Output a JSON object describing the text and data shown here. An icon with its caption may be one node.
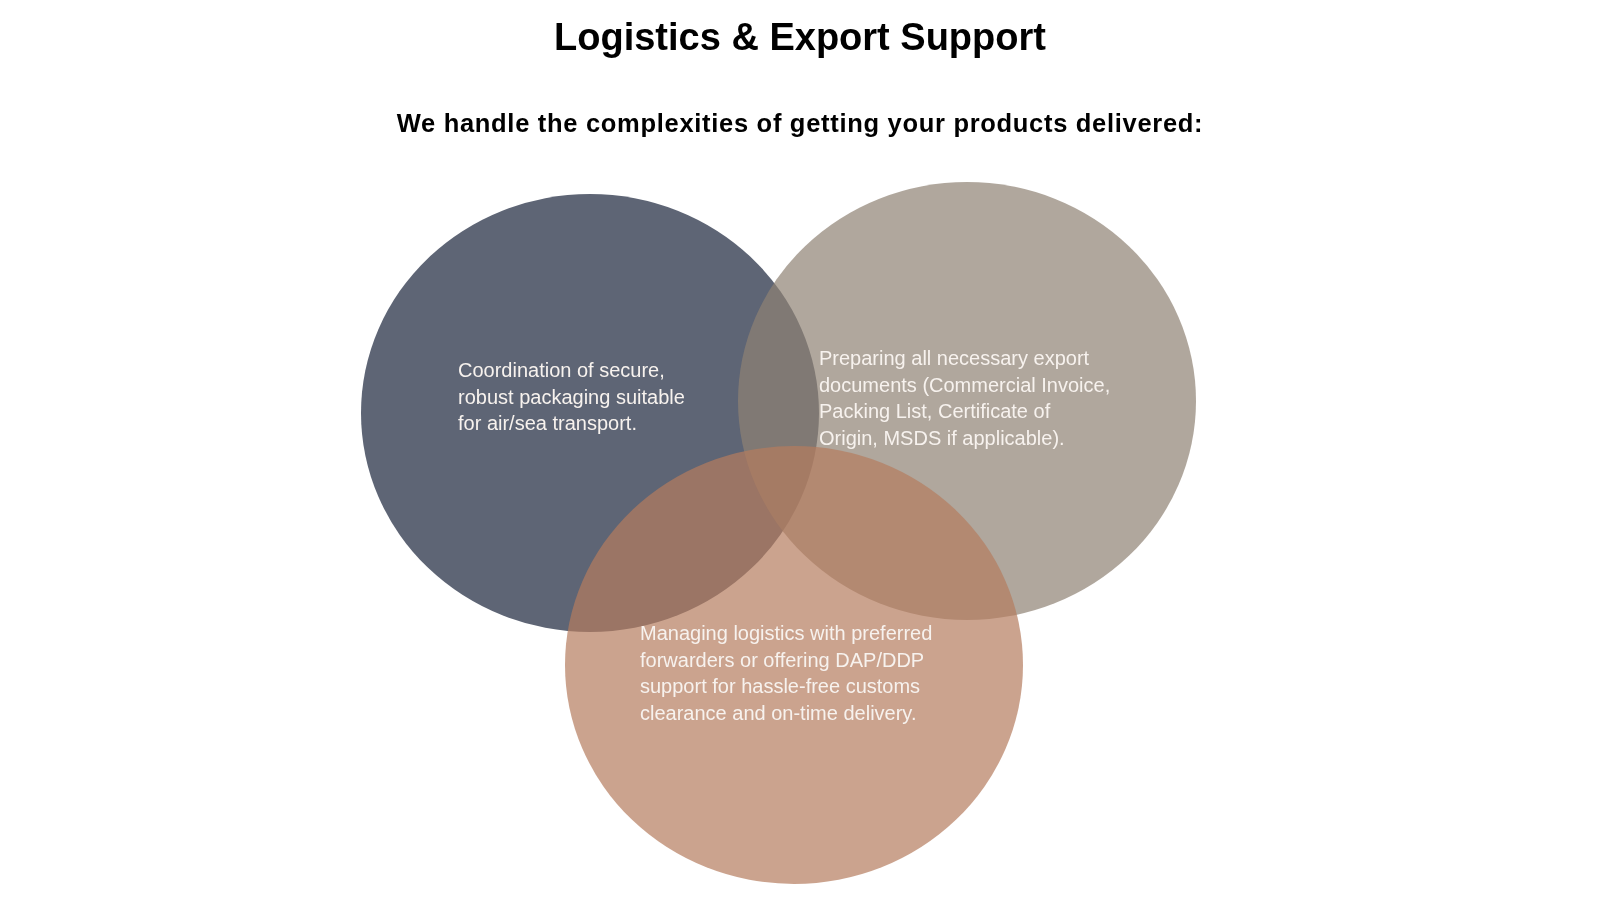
{
  "diagram": {
    "title": "Logistics & Export Support",
    "nodes": [
      {
        "text": [
          "Coordination of secure, robust packaging suitable for air/sea transport."
        ]
      },
      {
        "text": [
          "Preparing all necessary export documents (Commercial Invoice, Packing List, Certificate of Origin, MSDS if applicable)."
        ]
      },
      {
        "text": [
          "Managing logistics with preferred forwarders or offering DAP/DDP support for hassle-free customs clearance and on-time delivery."
        ]
      }
    ],
    "labels": [
      "We handle the complexities of getting your products delivered:"
    ]
  }
}
